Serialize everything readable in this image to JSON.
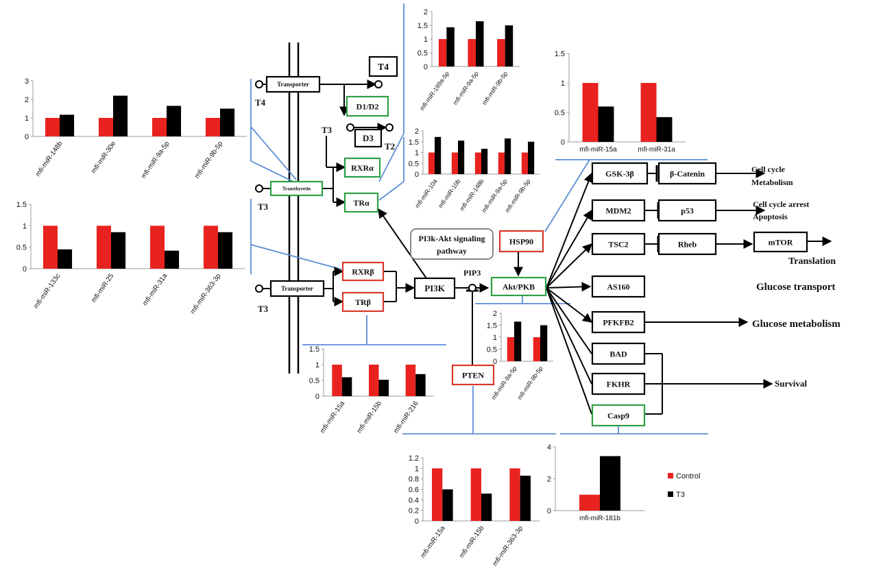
{
  "colors": {
    "control": "#e8231f",
    "t3": "#000000",
    "green_box": "#2ea044",
    "red_box": "#d9372b",
    "link_line": "#5b8ed6"
  },
  "legend": {
    "control": "Control",
    "t3": "T3"
  },
  "labels": {
    "t4_left": "T4",
    "t3_mid": "T3",
    "t3_bottom": "T3",
    "t4_top": "T4",
    "t3_inner": "T3",
    "t2": "T2",
    "transporter1": "Transporter",
    "transthyretin": "Transthyretin",
    "transporter2": "Transporter",
    "d1d2": "D1/D2",
    "d3": "D3",
    "rxra": "RXRα",
    "tra": "TRα",
    "rxrb": "RXRβ",
    "trb": "TRβ",
    "pi3k": "PI3K",
    "pip3": "PIP3",
    "pten": "PTEN",
    "akt": "Akt/PKB",
    "hsp90": "HSP90",
    "pi3k_pathway_1": "PI3k-Akt signaling",
    "pi3k_pathway_2": "pathway",
    "gsk3b": "GSK-3β",
    "bcatenin": "β-Catenin",
    "mdm2": "MDM2",
    "p53": "p53",
    "tsc2": "TSC2",
    "rheb": "Rheb",
    "mtor": "mTOR",
    "as160": "AS160",
    "pfkfb2": "PFKFB2",
    "bad": "BAD",
    "fkhr": "FKHR",
    "casp9": "Casp9",
    "cell_cycle_metabolism_1": "Cell cycle",
    "cell_cycle_metabolism_2": "Metabolism",
    "arrest_1": "Cell cycle arrest",
    "arrest_2": "Apoptosis",
    "translation": "Translation",
    "glucose_transport": "Glucose transport",
    "glucose_metabolism": "Glucose metabolism",
    "survival": "Survival"
  },
  "chart_data": [
    {
      "type": "bar",
      "categories": [
        "mfi-miR-199a-5p",
        "mfi-miR-9a-5p",
        "mfi-miR-9b-5p"
      ],
      "ylim": [
        0,
        2
      ],
      "ticks": [
        "0",
        "0.5",
        "1",
        "1.5",
        "2"
      ],
      "series": [
        {
          "name": "Control",
          "values": [
            1,
            1,
            1
          ]
        },
        {
          "name": "T3",
          "values": [
            1.43,
            1.65,
            1.5
          ]
        }
      ]
    },
    {
      "type": "bar",
      "categories": [
        "mfi-miR-148b",
        "mfi-miR-30e",
        "mfi-miR-9a-5p",
        "mfi-miR-9b-5p"
      ],
      "ylim": [
        0,
        3
      ],
      "ticks": [
        "0",
        "1",
        "2",
        "3"
      ],
      "series": [
        {
          "name": "Control",
          "values": [
            1,
            1,
            1,
            1
          ]
        },
        {
          "name": "T3",
          "values": [
            1.17,
            2.2,
            1.65,
            1.5
          ]
        }
      ]
    },
    {
      "type": "bar",
      "categories": [
        "mfi-miR-15a",
        "mfi-miR-31a"
      ],
      "ylim": [
        0,
        1.5
      ],
      "ticks": [
        "0",
        "0.5",
        "1",
        "1.5"
      ],
      "series": [
        {
          "name": "Control",
          "values": [
            1,
            1
          ]
        },
        {
          "name": "T3",
          "values": [
            0.6,
            0.42
          ]
        }
      ]
    },
    {
      "type": "bar",
      "categories": [
        "mfi-miR-10a",
        "mfi-miR-10b",
        "mfi-miR-148b",
        "mfi-miR-9a-5p",
        "mfi-miR-9b-5p"
      ],
      "ylim": [
        0,
        2
      ],
      "ticks": [
        "0",
        "0.5",
        "1",
        "1.5",
        "2"
      ],
      "series": [
        {
          "name": "Control",
          "values": [
            1,
            1,
            1,
            1,
            1
          ]
        },
        {
          "name": "T3",
          "values": [
            1.72,
            1.55,
            1.17,
            1.65,
            1.5
          ]
        }
      ]
    },
    {
      "type": "bar",
      "categories": [
        "mfi-miR-133c",
        "mfi-miR-25",
        "mfi-miR-31a",
        "mfi-miR-363-3p"
      ],
      "ylim": [
        0,
        1.5
      ],
      "ticks": [
        "0",
        "0.5",
        "1",
        "1.5"
      ],
      "series": [
        {
          "name": "Control",
          "values": [
            1,
            1,
            1,
            1
          ]
        },
        {
          "name": "T3",
          "values": [
            0.45,
            0.85,
            0.42,
            0.85
          ]
        }
      ]
    },
    {
      "type": "bar",
      "categories": [
        "mfi-miR-9a-5p",
        "mfi-miR-9b-5p"
      ],
      "ylim": [
        0,
        2
      ],
      "ticks": [
        "0",
        "0.5",
        "1",
        "1.5",
        "2"
      ],
      "series": [
        {
          "name": "Control",
          "values": [
            1,
            1
          ]
        },
        {
          "name": "T3",
          "values": [
            1.65,
            1.5
          ]
        }
      ]
    },
    {
      "type": "bar",
      "categories": [
        "mfi-miR-15a",
        "mfi-miR-15b",
        "mfi-miR-216"
      ],
      "ylim": [
        0,
        1.5
      ],
      "ticks": [
        "0",
        "0.5",
        "1",
        "1.5"
      ],
      "series": [
        {
          "name": "Control",
          "values": [
            1,
            1,
            1
          ]
        },
        {
          "name": "T3",
          "values": [
            0.6,
            0.52,
            0.7
          ]
        }
      ]
    },
    {
      "type": "bar",
      "categories": [
        "mfi-miR-15a",
        "mfi-miR-15b",
        "mfi-miR-363-3p"
      ],
      "ylim": [
        0,
        1.2
      ],
      "ticks": [
        "0",
        "0.2",
        "0.4",
        "0.6",
        "0.8",
        "1",
        "1.2"
      ],
      "series": [
        {
          "name": "Control",
          "values": [
            1,
            1,
            1
          ]
        },
        {
          "name": "T3",
          "values": [
            0.6,
            0.52,
            0.86
          ]
        }
      ]
    },
    {
      "type": "bar",
      "categories": [
        "mfi-miR-181b"
      ],
      "ylim": [
        0,
        4
      ],
      "ticks": [
        "0",
        "2",
        "4"
      ],
      "series": [
        {
          "name": "Control",
          "values": [
            1
          ]
        },
        {
          "name": "T3",
          "values": [
            3.42
          ]
        }
      ]
    }
  ]
}
